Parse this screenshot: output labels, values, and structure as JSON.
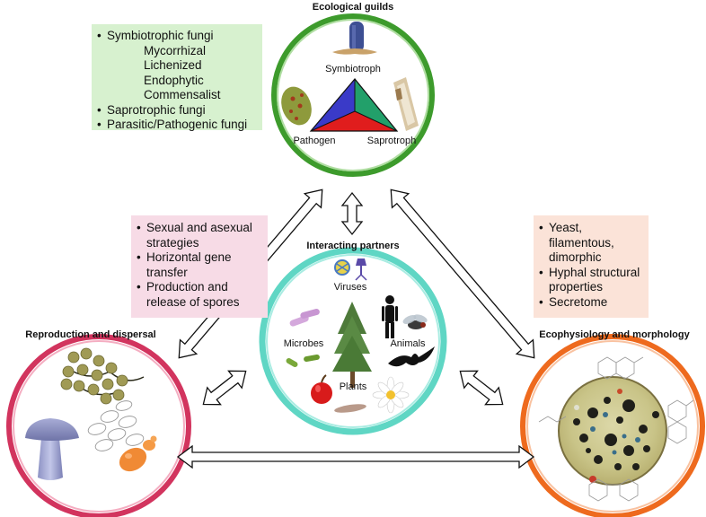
{
  "headings": {
    "guilds": "Ecological guilds",
    "partners": "Interacting partners",
    "reproduction": "Reproduction and dispersal",
    "ecophysiology": "Ecophysiology and morphology"
  },
  "guild_box": {
    "items": [
      {
        "text": "Symbiotrophic fungi",
        "sub": false
      },
      {
        "text": "Mycorrhizal",
        "sub": true
      },
      {
        "text": "Lichenized",
        "sub": true
      },
      {
        "text": "Endophytic",
        "sub": true
      },
      {
        "text": "Commensalist",
        "sub": true
      },
      {
        "text": "Saprotrophic fungi",
        "sub": false
      },
      {
        "text": "Parasitic/Pathogenic fungi",
        "sub": false
      }
    ]
  },
  "repro_box": {
    "items": [
      "Sexual and asexual strategies",
      "Horizontal gene transfer",
      "Production and release of spores"
    ]
  },
  "eco_box": {
    "items": [
      "Yeast, filamentous, dimorphic",
      "Hyphal structural properties",
      "Secretome"
    ]
  },
  "triangle_labels": {
    "top": "Symbiotroph",
    "left": "Pathogen",
    "right": "Saprotroph"
  },
  "partner_labels": {
    "viruses": "Viruses",
    "microbes": "Microbes",
    "animals": "Animals",
    "plants": "Plants"
  },
  "colors": {
    "guild_ring": "#3d9b2c",
    "partner_ring": "#5fd6c4",
    "repro_ring": "#d2345e",
    "eco_ring": "#ee6a1e",
    "guild_box_bg": "#d7f1cf",
    "repro_box_bg": "#f7dbe6",
    "eco_box_bg": "#fbe3d8"
  }
}
